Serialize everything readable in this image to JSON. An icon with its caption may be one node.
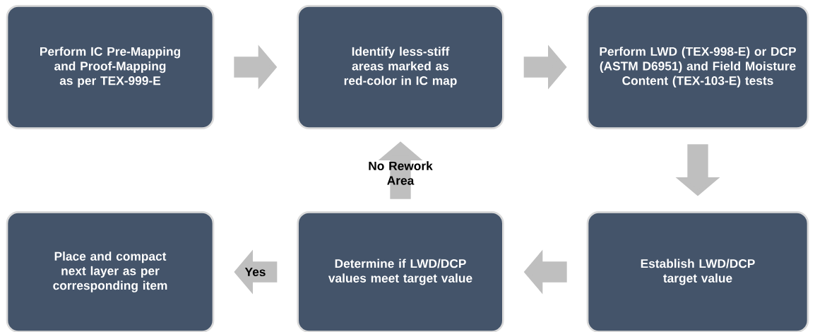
{
  "diagram": {
    "nodes": [
      {
        "text": [
          "Perform IC Pre-Mapping and Proof-Mapping as per TEX-999-E"
        ]
      },
      {
        "text": [
          "Identify less-stiff areas marked as red-color in IC map"
        ]
      },
      {
        "text": [
          "Perform LWD (TEX-998-E) or DCP (ASTM D6951) and Field Moisture Content (TEX-103-E) tests"
        ]
      },
      {
        "text": [
          "Establish LWD/DCP target value"
        ]
      },
      {
        "text": [
          "Determine if LWD/DCP values meet target value"
        ]
      },
      {
        "text": [
          "Place and compact next layer as per corresponding item"
        ]
      }
    ],
    "edges": [
      {
        "from": 0,
        "to": 1,
        "arrow": "to"
      },
      {
        "from": 1,
        "to": 2,
        "arrow": "to"
      },
      {
        "from": 2,
        "to": 3,
        "arrow": "to"
      },
      {
        "from": 3,
        "to": 4,
        "arrow": "to"
      },
      {
        "from": 4,
        "to": 5,
        "arrow": "to",
        "label": "Yes"
      },
      {
        "from": 4,
        "to": 1,
        "arrow": "to",
        "label": "No Rework Area"
      }
    ]
  }
}
